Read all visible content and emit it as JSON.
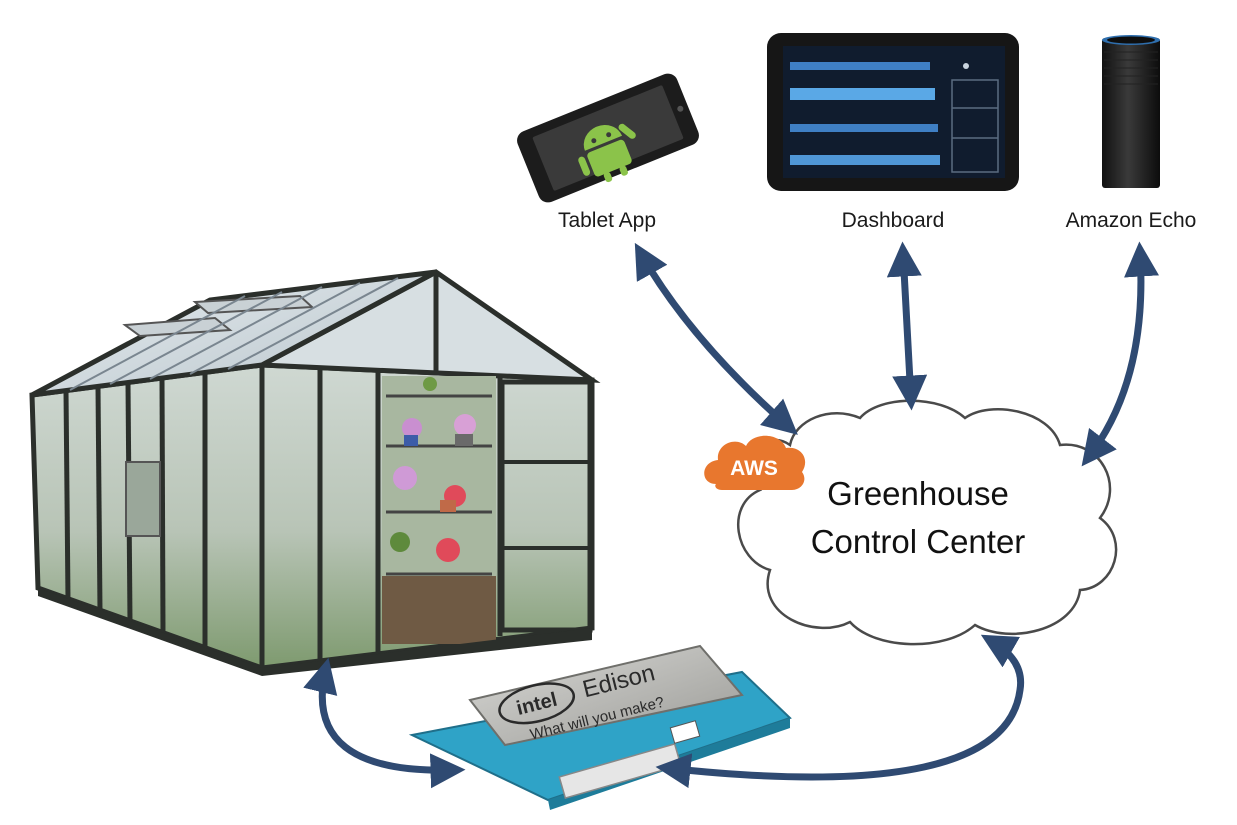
{
  "nodes": {
    "tablet_app": {
      "label": "Tablet App"
    },
    "dashboard": {
      "label": "Dashboard"
    },
    "amazon_echo": {
      "label": "Amazon Echo"
    },
    "control_center": {
      "badge": "AWS",
      "title_line1": "Greenhouse",
      "title_line2": "Control Center"
    },
    "edison": {
      "brand": "intel",
      "product": "Edison",
      "tagline": "What will you make?"
    },
    "greenhouse": {}
  },
  "colors": {
    "arrow": "#2f4a72",
    "aws_orange": "#e8772e",
    "cloud_stroke": "#4a4a4a",
    "board_blue": "#2fa3c7",
    "android_green": "#8bc34a"
  },
  "icons": [
    "android-icon",
    "aws-icon"
  ]
}
